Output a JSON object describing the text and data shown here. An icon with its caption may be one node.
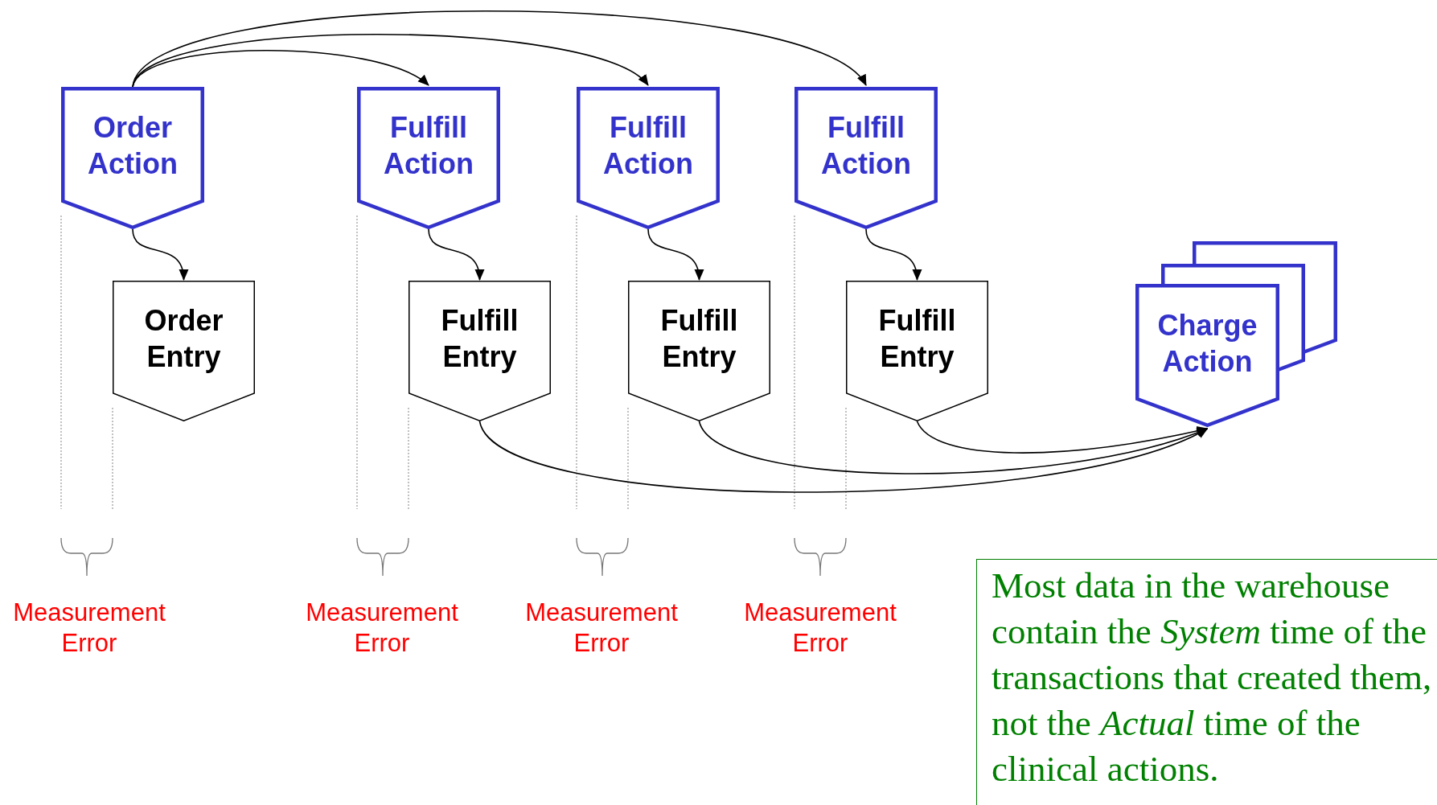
{
  "diagram": {
    "nodes": [
      {
        "text": [
          "Order Action"
        ]
      },
      {
        "text": [
          "Order Entry"
        ]
      },
      {
        "text": [
          "Fulfill Action"
        ]
      },
      {
        "text": [
          "Fulfill Entry"
        ]
      },
      {
        "text": [
          "Fulfill Action"
        ]
      },
      {
        "text": [
          "Fulfill Entry"
        ]
      },
      {
        "text": [
          "Fulfill Action"
        ]
      },
      {
        "text": [
          "Fulfill Entry"
        ]
      },
      {
        "text": [
          "Charge Action"
        ]
      },
      {
        "text": [
          "Most data in the warehouse contain the *System* time of the transactions that created them, not the *Actual* time of the clinical actions."
        ]
      }
    ],
    "edges": [
      {
        "from": 0,
        "to": 2,
        "arrow": "to"
      },
      {
        "from": 0,
        "to": 4,
        "arrow": "to"
      },
      {
        "from": 0,
        "to": 6,
        "arrow": "to"
      },
      {
        "from": 0,
        "to": 1,
        "arrow": "to"
      },
      {
        "from": 2,
        "to": 3,
        "arrow": "to"
      },
      {
        "from": 4,
        "to": 5,
        "arrow": "to"
      },
      {
        "from": 6,
        "to": 7,
        "arrow": "to"
      },
      {
        "from": 3,
        "to": 8,
        "arrow": "to"
      },
      {
        "from": 5,
        "to": 8,
        "arrow": "to"
      },
      {
        "from": 7,
        "to": 8,
        "arrow": "to"
      }
    ],
    "labels": [
      "Measurement Error",
      "Measurement Error",
      "Measurement Error",
      "Measurement Error"
    ]
  }
}
